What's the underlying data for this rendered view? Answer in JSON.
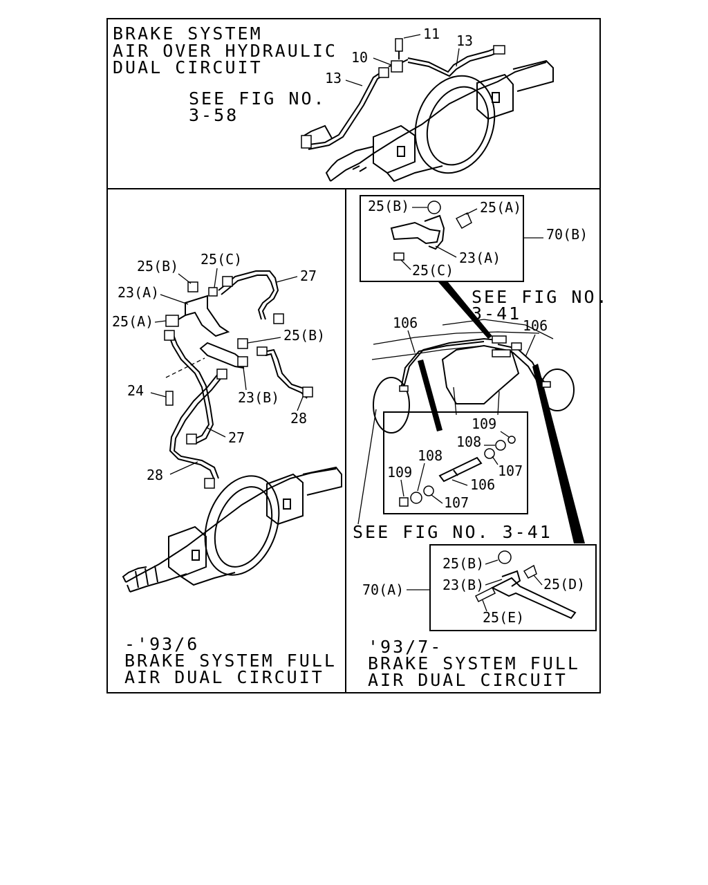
{
  "panels": {
    "top": {
      "title": [
        "BRAKE SYSTEM",
        "AIR OVER HYDRAULIC",
        "DUAL CIRCUIT"
      ],
      "see_fig": [
        "SEE FIG NO.",
        "3-58"
      ],
      "callouts": [
        "11",
        "10",
        "13",
        "13"
      ]
    },
    "left": {
      "callouts": [
        "25(B)",
        "25(C)",
        "27",
        "23(A)",
        "25(A)",
        "25(B)",
        "24",
        "23(B)",
        "28",
        "27",
        "28"
      ],
      "period": "-'93/6",
      "title": [
        "BRAKE SYSTEM FULL",
        "AIR DUAL CIRCUIT"
      ]
    },
    "right": {
      "inset_b": {
        "callouts": [
          "25(B)",
          "25(A)",
          "23(A)",
          "25(C)"
        ],
        "ref": "70(B)"
      },
      "see_fig_top": [
        "SEE FIG NO.",
        "3-41"
      ],
      "hose_callouts": [
        "106",
        "106"
      ],
      "inset_mid": {
        "callouts": [
          "109",
          "108",
          "107",
          "108",
          "109",
          "106",
          "107"
        ]
      },
      "see_fig_bottom": "SEE FIG NO. 3-41",
      "inset_a": {
        "callouts": [
          "25(B)",
          "23(B)",
          "25(D)",
          "25(E)"
        ],
        "ref": "70(A)"
      },
      "period": "'93/7-",
      "title": [
        "BRAKE SYSTEM FULL",
        "AIR DUAL CIRCUIT"
      ]
    }
  }
}
